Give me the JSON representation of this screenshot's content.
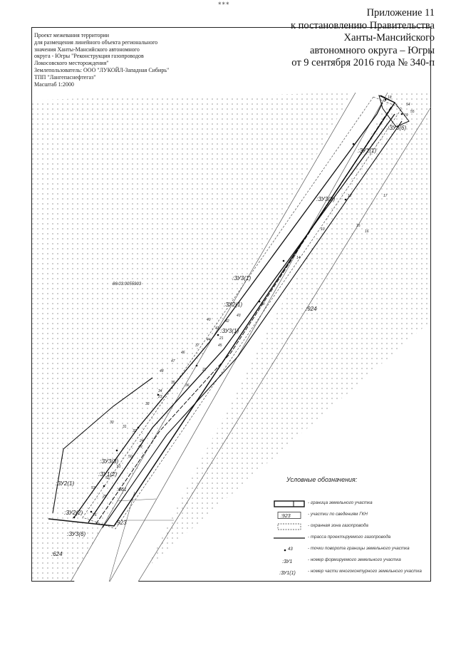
{
  "stamp": "***",
  "appendix": {
    "lines": [
      "Приложение 11",
      "к постановлению Правительства",
      "Ханты-Мансийского",
      "автономного округа – Югры",
      "от 9 сентября 2016 года № 340-п"
    ]
  },
  "info": {
    "lines": [
      "Проект межевания территории",
      "для размещения линейного объекта регионального",
      "значения Ханты-Мансийского автономного",
      "округа - Югры \"Реконструкция газопроводов",
      "Локосовского месторождения\"",
      "Землепользователь: ООО \"ЛУКОЙЛ-Западная Сибирь\"",
      "ТПП \"Лангепаснефтегаз\"",
      "Масштаб 1:2000"
    ]
  },
  "map": {
    "cadastral_number": "86:03:0055903",
    "quarter_labels": [
      ":924",
      ":923",
      ":661",
      ":624"
    ],
    "parcel_labels": [
      ":ЗУ1(1)",
      ":ЗУ3(2)",
      ":ЗУ3(6)",
      ":ЗУ3(1)",
      ":ЗУ2(1)",
      ":ЗУ3(1)",
      ":ЗУ3(3)",
      ":ЗУ1(2)",
      ":ЗУ2(1)",
      ":ЗУ2(2)",
      ":ЗУ3(6)"
    ],
    "point_numbers": [
      "18",
      "19",
      "20",
      "21",
      "22",
      "23",
      "24",
      "25",
      "26",
      "12",
      "13",
      "14",
      "15",
      "16",
      "17",
      "30",
      "31",
      "32",
      "33",
      "34",
      "35",
      "36",
      "37",
      "40",
      "41",
      "42",
      "43",
      "44",
      "45",
      "46",
      "47",
      "48",
      "49",
      "50",
      "51",
      "52",
      "53",
      "54",
      "55"
    ]
  },
  "legend": {
    "title": "Условные обозначения:",
    "items": [
      {
        "symbol": "border",
        "text": "- граница земельного участка"
      },
      {
        "symbol": "gkn",
        "label": ":923",
        "text": "- участки по сведениям ГКН"
      },
      {
        "symbol": "zone",
        "text": "- охранная зона газопровода"
      },
      {
        "symbol": "route",
        "text": "- трасса проектируемого газопровода"
      },
      {
        "symbol": "point",
        "label": "43",
        "text": "- точки поворота границы земельного участка"
      },
      {
        "symbol": "zu",
        "label": ":ЗУ1",
        "text": "- номер формируемого земельного участка"
      },
      {
        "symbol": "zupart",
        "label": ":ЗУ1(1)",
        "text": "- номер части многоконтурного земельного участка"
      }
    ]
  }
}
